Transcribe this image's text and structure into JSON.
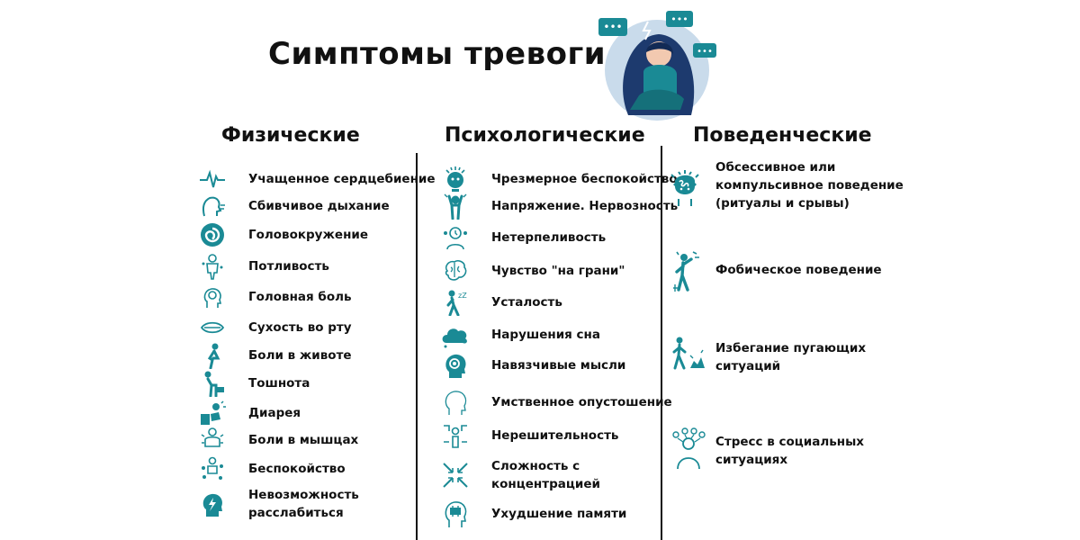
{
  "title": "Симптомы тревоги",
  "colors": {
    "accent": "#1a8a95",
    "dark": "#1d3a6e",
    "text": "#111111"
  },
  "columns": {
    "physical": {
      "heading": "Физические",
      "items": [
        {
          "label": "Учащенное сердцебиение",
          "icon": "heartbeat-icon"
        },
        {
          "label": "Сбивчивое дыхание",
          "icon": "breathing-icon"
        },
        {
          "label": "Головокружение",
          "icon": "dizziness-icon"
        },
        {
          "label": "Потливость",
          "icon": "sweating-icon"
        },
        {
          "label": "Головная боль",
          "icon": "headache-icon"
        },
        {
          "label": "Сухость во рту",
          "icon": "mouth-icon"
        },
        {
          "label": "Боли в животе",
          "icon": "stomach-ache-icon"
        },
        {
          "label": "Тошнота",
          "icon": "nausea-icon"
        },
        {
          "label": "Диарея",
          "icon": "toilet-icon"
        },
        {
          "label": "Боли в мышцах",
          "icon": "muscle-pain-icon"
        },
        {
          "label": "Беспокойство",
          "icon": "restlessness-icon"
        },
        {
          "label_line1": "Невозможность",
          "label_line2": "расслабиться",
          "icon": "head-bolt-icon"
        }
      ]
    },
    "psychological": {
      "heading": "Психологические",
      "items": [
        {
          "label": "Чрезмерное беспокойство",
          "icon": "worry-icon"
        },
        {
          "label": "Напряжение. Нервозность",
          "icon": "tension-icon"
        },
        {
          "label": "Нетерпеливость",
          "icon": "impatience-icon"
        },
        {
          "label": "Чувство \"на грани\"",
          "icon": "brain-icon"
        },
        {
          "label": "Усталость",
          "icon": "fatigue-icon"
        },
        {
          "label": "Нарушения сна",
          "icon": "cloud-icon"
        },
        {
          "label": "Навязчивые мысли",
          "icon": "obsessive-thoughts-icon"
        },
        {
          "label": "Умственное опустошение",
          "icon": "empty-head-icon"
        },
        {
          "label": "Нерешительность",
          "icon": "indecision-icon"
        },
        {
          "label_line1": "Сложность с",
          "label_line2": "концентрацией",
          "icon": "concentration-icon"
        },
        {
          "label": "Ухудшение памяти",
          "icon": "memory-icon"
        }
      ]
    },
    "behavioral": {
      "heading": "Поведенческие",
      "items": [
        {
          "label_line1": "Обсессивное или",
          "label_line2": "компульсивное поведение",
          "label_line3": "(ритуалы и срывы)",
          "icon": "compulsive-head-icon"
        },
        {
          "label": "Фобическое поведение",
          "icon": "phobia-icon"
        },
        {
          "label_line1": "Избегание пугающих",
          "label_line2": "ситуаций",
          "icon": "avoidance-icon"
        },
        {
          "label_line1": "Стресс в социальных",
          "label_line2": "ситуациях",
          "icon": "social-stress-icon"
        }
      ]
    }
  }
}
